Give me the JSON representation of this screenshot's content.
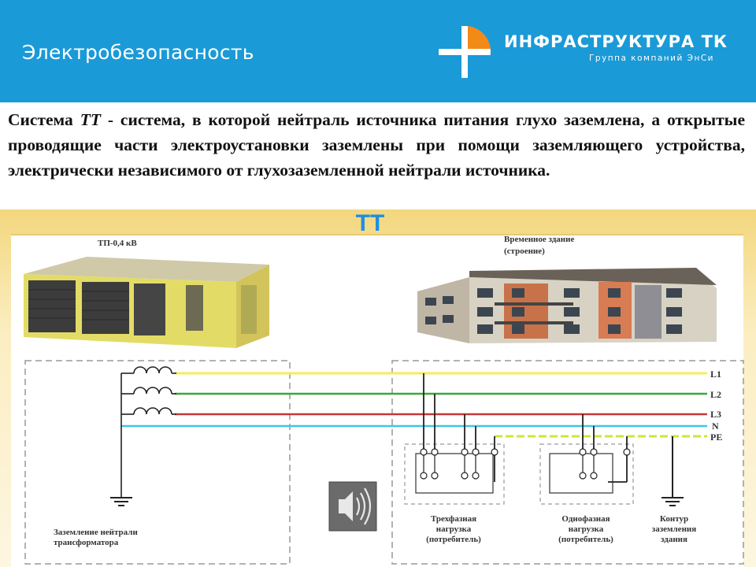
{
  "header": {
    "title": "Электробезопасность",
    "brand_name": "ИНФРАСТРУКТУРА ТК",
    "brand_tagline": "Группа компаний ЭнСи",
    "colors": {
      "bar": "#1a9ad7",
      "logo_orange": "#f28a18"
    }
  },
  "definition": {
    "lead": "Система ",
    "term": "ТТ",
    "body": "  - система, в которой нейтраль источника питания глухо заземлена, а открытые проводящие части электроустановки заземлены при помощи заземляющего устройства, электрически независимого от глухозаземленной нейтрали источника."
  },
  "diagram": {
    "title": "ТТ",
    "substation_label": "ТП-0,4 кВ",
    "building_label_1": "Временное здание",
    "building_label_2": "(строение)",
    "conductors": [
      {
        "label": "L1",
        "color": "#f4ec5c"
      },
      {
        "label": "L2",
        "color": "#38a838"
      },
      {
        "label": "L3",
        "color": "#c43838"
      },
      {
        "label": "N",
        "color": "#3ec6ea"
      },
      {
        "label": "PE",
        "color": "#c8e83a"
      }
    ],
    "neutral_earth_label_1": "Заземление нейтрали",
    "neutral_earth_label_2": "трансформатора",
    "three_phase_label_1": "Трехфазная",
    "three_phase_label_2": "нагрузка",
    "three_phase_label_3": "(потребитель)",
    "single_phase_label_1": "Однофазная",
    "single_phase_label_2": "нагрузка",
    "single_phase_label_3": "(потребитель)",
    "earth_loop_label_1": "Контур",
    "earth_loop_label_2": "заземления",
    "earth_loop_label_3": "здания"
  },
  "media": {
    "icon": "speaker-icon"
  }
}
